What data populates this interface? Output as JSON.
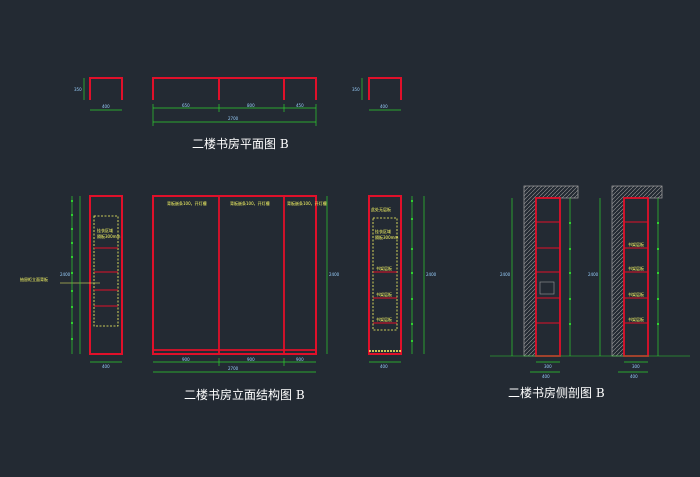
{
  "titles": {
    "plan": "二楼书房平面图 B",
    "elevation": "二楼书房立面结构图 B",
    "section": "二楼书房侧剖图 B"
  },
  "plan_dims": {
    "left_box_h": "350",
    "left_box_w": "400",
    "main_seg1": "650",
    "main_seg2": "800",
    "main_seg3": "450",
    "main_total": "2700",
    "right_box_h": "350",
    "right_box_w": "400"
  },
  "elevation_notes": {
    "left_callout": "抽屉柜立面背板",
    "upper_box": "挂衣区域",
    "upper_box2": "隔板300mm",
    "door_a": "背板嵌条100，开灯槽",
    "door_b": "背板嵌条100，开灯槽",
    "door_c": "背板嵌条100，开灯槽",
    "side_panel_title": "此处无层板",
    "side_upper_box": "挂衣区域",
    "side_upper_box2": "隔板300mm",
    "shelf_label": "书架层板"
  },
  "elevation_dims": {
    "left_w": "400",
    "left_total_h": "2400",
    "main_seg1": "900",
    "main_seg2": "900",
    "main_seg3": "900",
    "main_total": "2700",
    "main_h": "2400",
    "side_w": "400",
    "side_total_h": "2400"
  },
  "section_dims": {
    "a_w1": "300",
    "a_w2": "400",
    "b_w1": "300",
    "b_w2": "400",
    "a_h": "2400",
    "b_h": "2400"
  },
  "colors": {
    "background": "#232a33",
    "cabinet": "#e0102a",
    "dimension": "#2fd12f",
    "title": "#ffffff",
    "annotation": "#ffff66",
    "wall_hatch": "#9a9a9a"
  }
}
